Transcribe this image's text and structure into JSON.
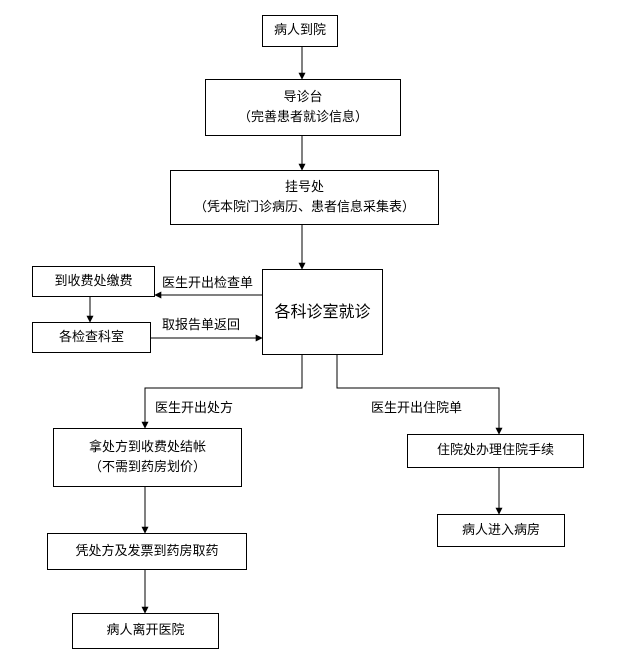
{
  "nodes": {
    "arrive": {
      "text": "病人到院"
    },
    "triage": {
      "line1": "导诊台",
      "line2": "（完善患者就诊信息）"
    },
    "register": {
      "line1": "挂号处",
      "line2": "（凭本院门诊病历、患者信息采集表）"
    },
    "clinic": {
      "text": "各科诊室就诊"
    },
    "pay_exam": {
      "text": "到收费处缴费"
    },
    "exam_dept": {
      "text": "各检查科室"
    },
    "pay_rx": {
      "line1": "拿处方到收费处结帐",
      "line2": "（不需到药房划价）"
    },
    "pharmacy": {
      "text": "凭处方及发票到药房取药"
    },
    "leave": {
      "text": "病人离开医院"
    },
    "admit_proc": {
      "text": "住院处办理住院手续"
    },
    "ward": {
      "text": "病人进入病房"
    }
  },
  "edge_labels": {
    "exam_order": "医生开出检查单",
    "report_return": "取报告单返回",
    "prescription": "医生开出处方",
    "admission": "医生开出住院单"
  }
}
